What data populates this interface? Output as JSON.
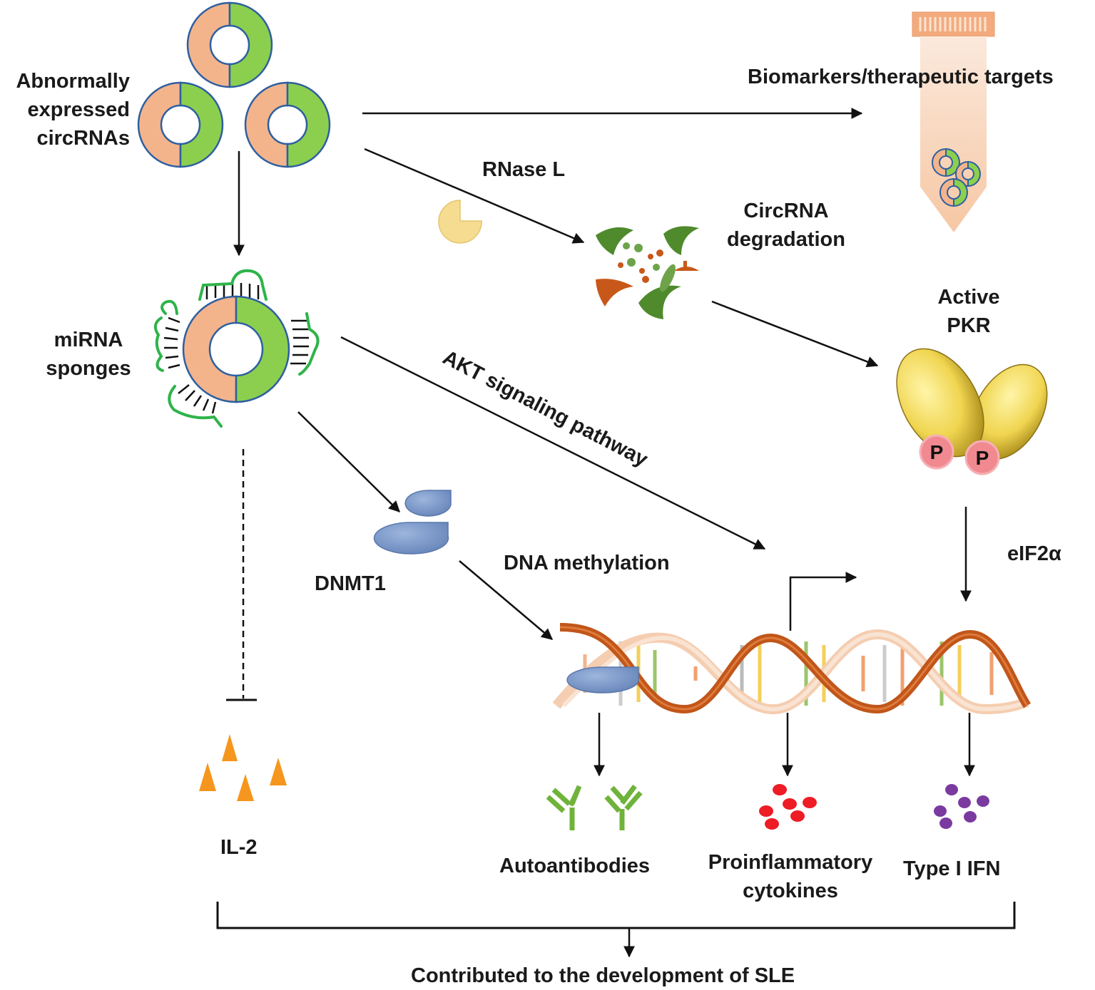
{
  "labels": {
    "abnormal_circrnas": [
      "Abnormally",
      "expressed",
      "circRNAs"
    ],
    "biomarkers": "Biomarkers/therapeutic targets",
    "rnase_l": "RNase L",
    "circrna_degradation": [
      "CircRNA",
      "degradation"
    ],
    "mirna_sponges": [
      "miRNA",
      "sponges"
    ],
    "akt_pathway": "AKT signaling pathway",
    "active_pkr": [
      "Active",
      "PKR"
    ],
    "pkr_p_left": "P",
    "pkr_p_right": "P",
    "eif2a": "eIF2α",
    "dna_methylation": "DNA methylation",
    "dnmt1": "DNMT1",
    "il2": "IL-2",
    "autoantibodies": "Autoantibodies",
    "proinflammatory": [
      "Proinflammatory",
      "cytokines"
    ],
    "type1_ifn": "Type I IFN",
    "conclusion": "Contributed to the development of SLE"
  },
  "colors": {
    "circ_orange": "#f3b48c",
    "circ_green": "#8ccf4e",
    "circ_outline": "#2e5fa0",
    "rnase": "#f6dc90",
    "fragment_green": "#4f8a2c",
    "fragment_orange": "#c8581a",
    "pkr_yellow": "#f0d550",
    "phospho": "#f08a90",
    "dnmt": "#7d98c6",
    "il2": "#f5961e",
    "antibody": "#6fb33a",
    "cytokine": "#ee1c25",
    "ifn": "#7b3aa0",
    "dna_strand": "#c0561a",
    "dna_light": "#f5cdb0"
  }
}
